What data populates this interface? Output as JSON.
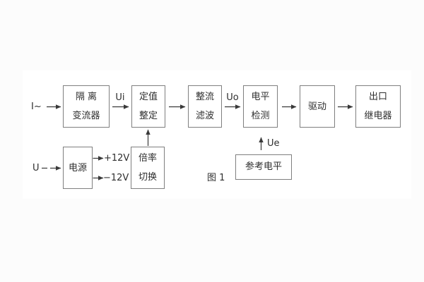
{
  "figure": {
    "caption": "图 1"
  },
  "colors": {
    "background": "#fcfcfc",
    "panel": "#ffffff",
    "block_border": "#7f7f7f",
    "line": "#3a3a3a",
    "text": "#2e2e2e"
  },
  "blocks": {
    "isolation_converter": {
      "l1": "隔 离",
      "l2": "变流器"
    },
    "setpoint_setting": {
      "l1": "定值",
      "l2": "整定"
    },
    "rectifier_filter": {
      "l1": "整流",
      "l2": "滤波"
    },
    "level_detection": {
      "l1": "电平",
      "l2": "检测"
    },
    "drive": {
      "l1": "驱动"
    },
    "output_relay": {
      "l1": "出口",
      "l2": "继电器"
    },
    "power_supply": {
      "l1": "电源"
    },
    "ratio_switching": {
      "l1": "倍率",
      "l2": "切换"
    },
    "reference_level": {
      "l1": "参考电平"
    }
  },
  "signals": {
    "input_current": "I~",
    "input_voltage": "U",
    "ui": "Ui",
    "uo": "Uo",
    "ue": "Ue",
    "plus_12v": "+12V",
    "minus_12v": "−12V"
  }
}
